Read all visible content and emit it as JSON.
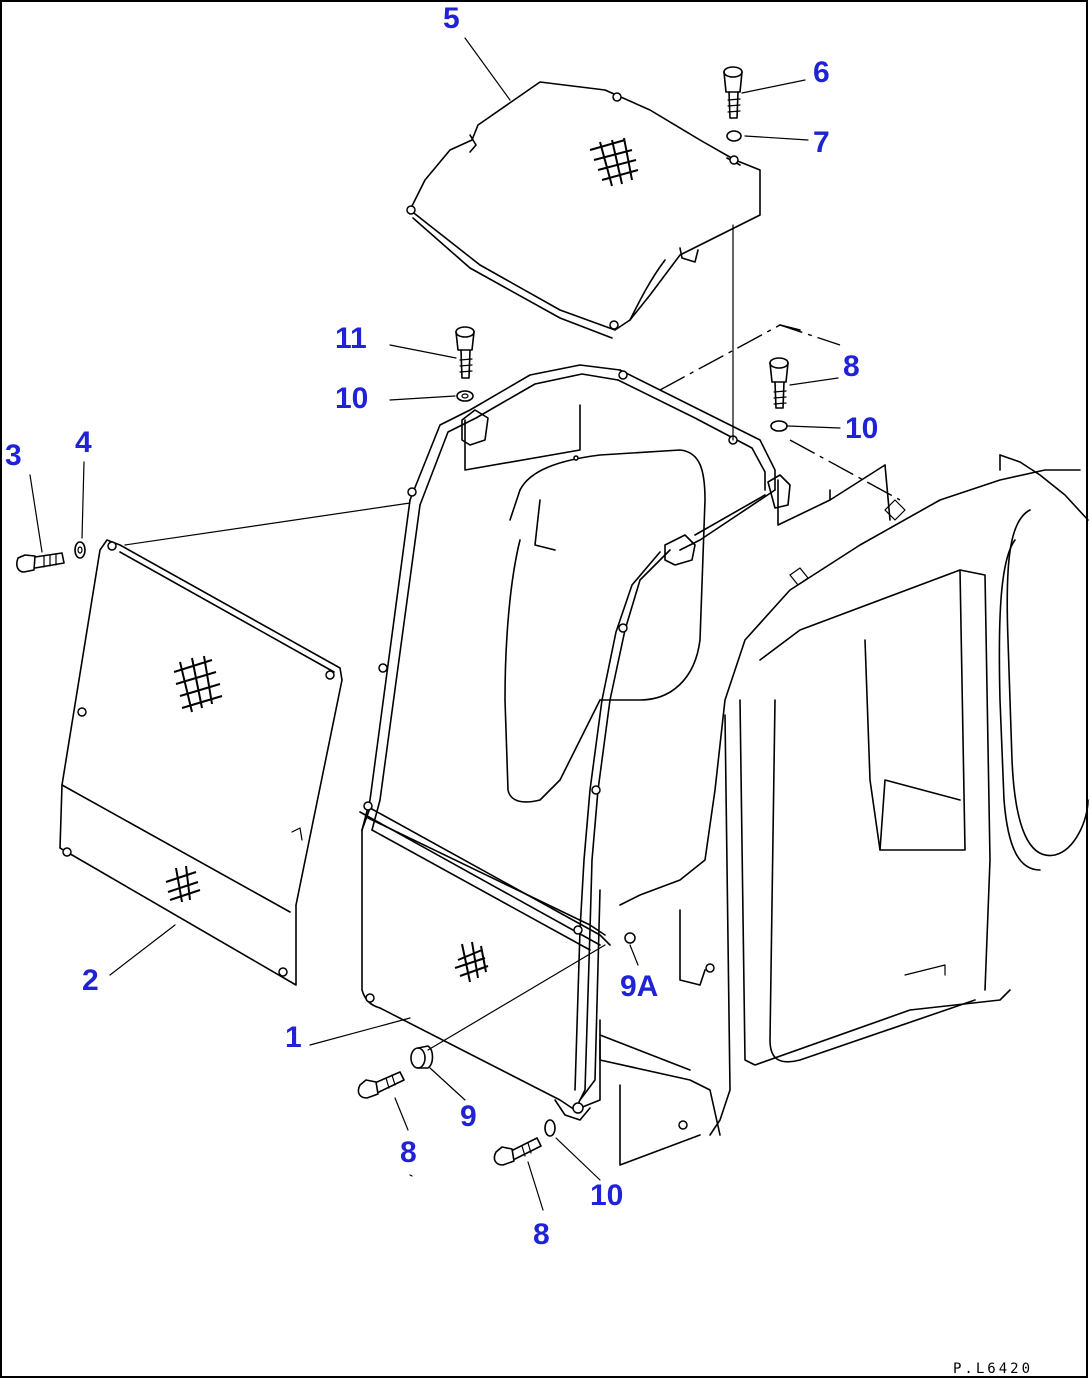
{
  "callouts": {
    "c1": "1",
    "c2": "2",
    "c3": "3",
    "c4": "4",
    "c5": "5",
    "c6": "6",
    "c7": "7",
    "c8a": "8",
    "c8b": "8",
    "c8c": "8",
    "c9": "9",
    "c9a": "9A",
    "c10a": "10",
    "c10b": "10",
    "c10c": "10",
    "c11": "11"
  },
  "drawing_code": "P.L6420",
  "colors": {
    "callout": "#1f22d6",
    "line": "#000000",
    "background": "#ffffff"
  }
}
